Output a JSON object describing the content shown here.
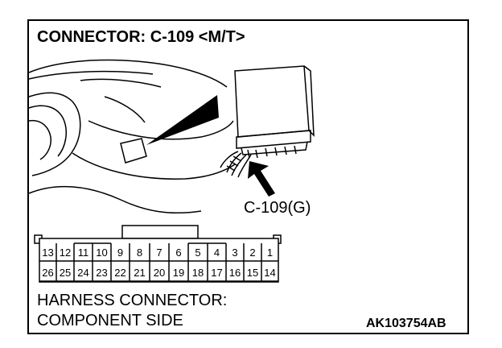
{
  "diagram": {
    "title": "CONNECTOR: C-109 <M/T>",
    "connector_callout": "C-109(G)",
    "caption_line1": "HARNESS CONNECTOR:",
    "caption_line2": "COMPONENT SIDE",
    "document_id": "AK103754AB"
  },
  "connector": {
    "top_row": [
      "13",
      "12",
      "11",
      "10",
      "9",
      "8",
      "7",
      "6",
      "5",
      "4",
      "3",
      "2",
      "1"
    ],
    "bottom_row": [
      "26",
      "25",
      "24",
      "23",
      "22",
      "21",
      "20",
      "19",
      "18",
      "17",
      "16",
      "15",
      "14"
    ]
  },
  "colors": {
    "line": "#000000",
    "background": "#ffffff"
  }
}
